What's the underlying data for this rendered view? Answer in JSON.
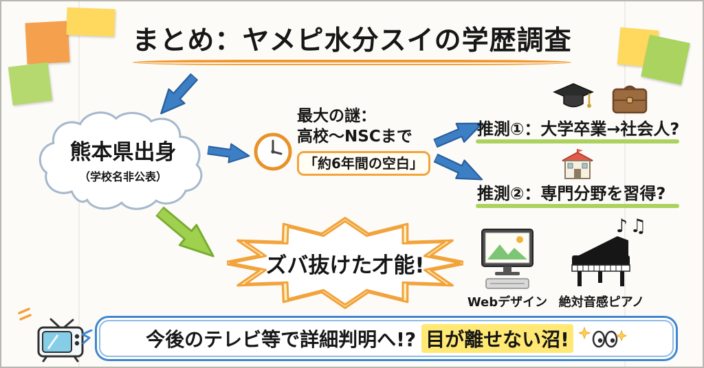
{
  "title": "まとめ：ヤメピ水分スイの学歴調査",
  "cloud": {
    "line1": "熊本県出身",
    "line2": "（学校名非公表）"
  },
  "mystery": {
    "line1": "最大の謎：",
    "line2": "高校〜NSCまで",
    "line3": "「約6年間の空白」"
  },
  "speculations": [
    {
      "label": "推測①：大学卒業→社会人?"
    },
    {
      "label": "推測②：専門分野を習得?"
    }
  ],
  "talent": {
    "burst": "ズバ抜けた才能!",
    "music_notes": "♪♫",
    "items": [
      {
        "label": "Webデザイン",
        "icon": "computer-icon"
      },
      {
        "label": "絶対音感ピアノ",
        "icon": "piano-icon"
      }
    ]
  },
  "footer": {
    "part1": "今後のテレビ等で詳細判明へ!?",
    "highlight": "目が離せない沼!"
  },
  "icons": [
    "sticky-note",
    "clock-icon",
    "graduation-cap-icon",
    "briefcase-icon",
    "school-icon",
    "computer-icon",
    "piano-icon",
    "tv-icon",
    "eyes-sparkle-icon",
    "arrow-blue",
    "arrow-green"
  ],
  "colors": {
    "arrow_blue": "#3c7fc4",
    "accent_orange": "#f2a33c",
    "underline_green": "#abd25e",
    "highlight_yellow": "#ffe873",
    "banner_blue": "#3f86cf",
    "cloud_outline": "#a5b8cc",
    "sticky_orange": "#f5a04c",
    "sticky_yellow": "#ffd95e",
    "sticky_green": "#b5d96e"
  }
}
